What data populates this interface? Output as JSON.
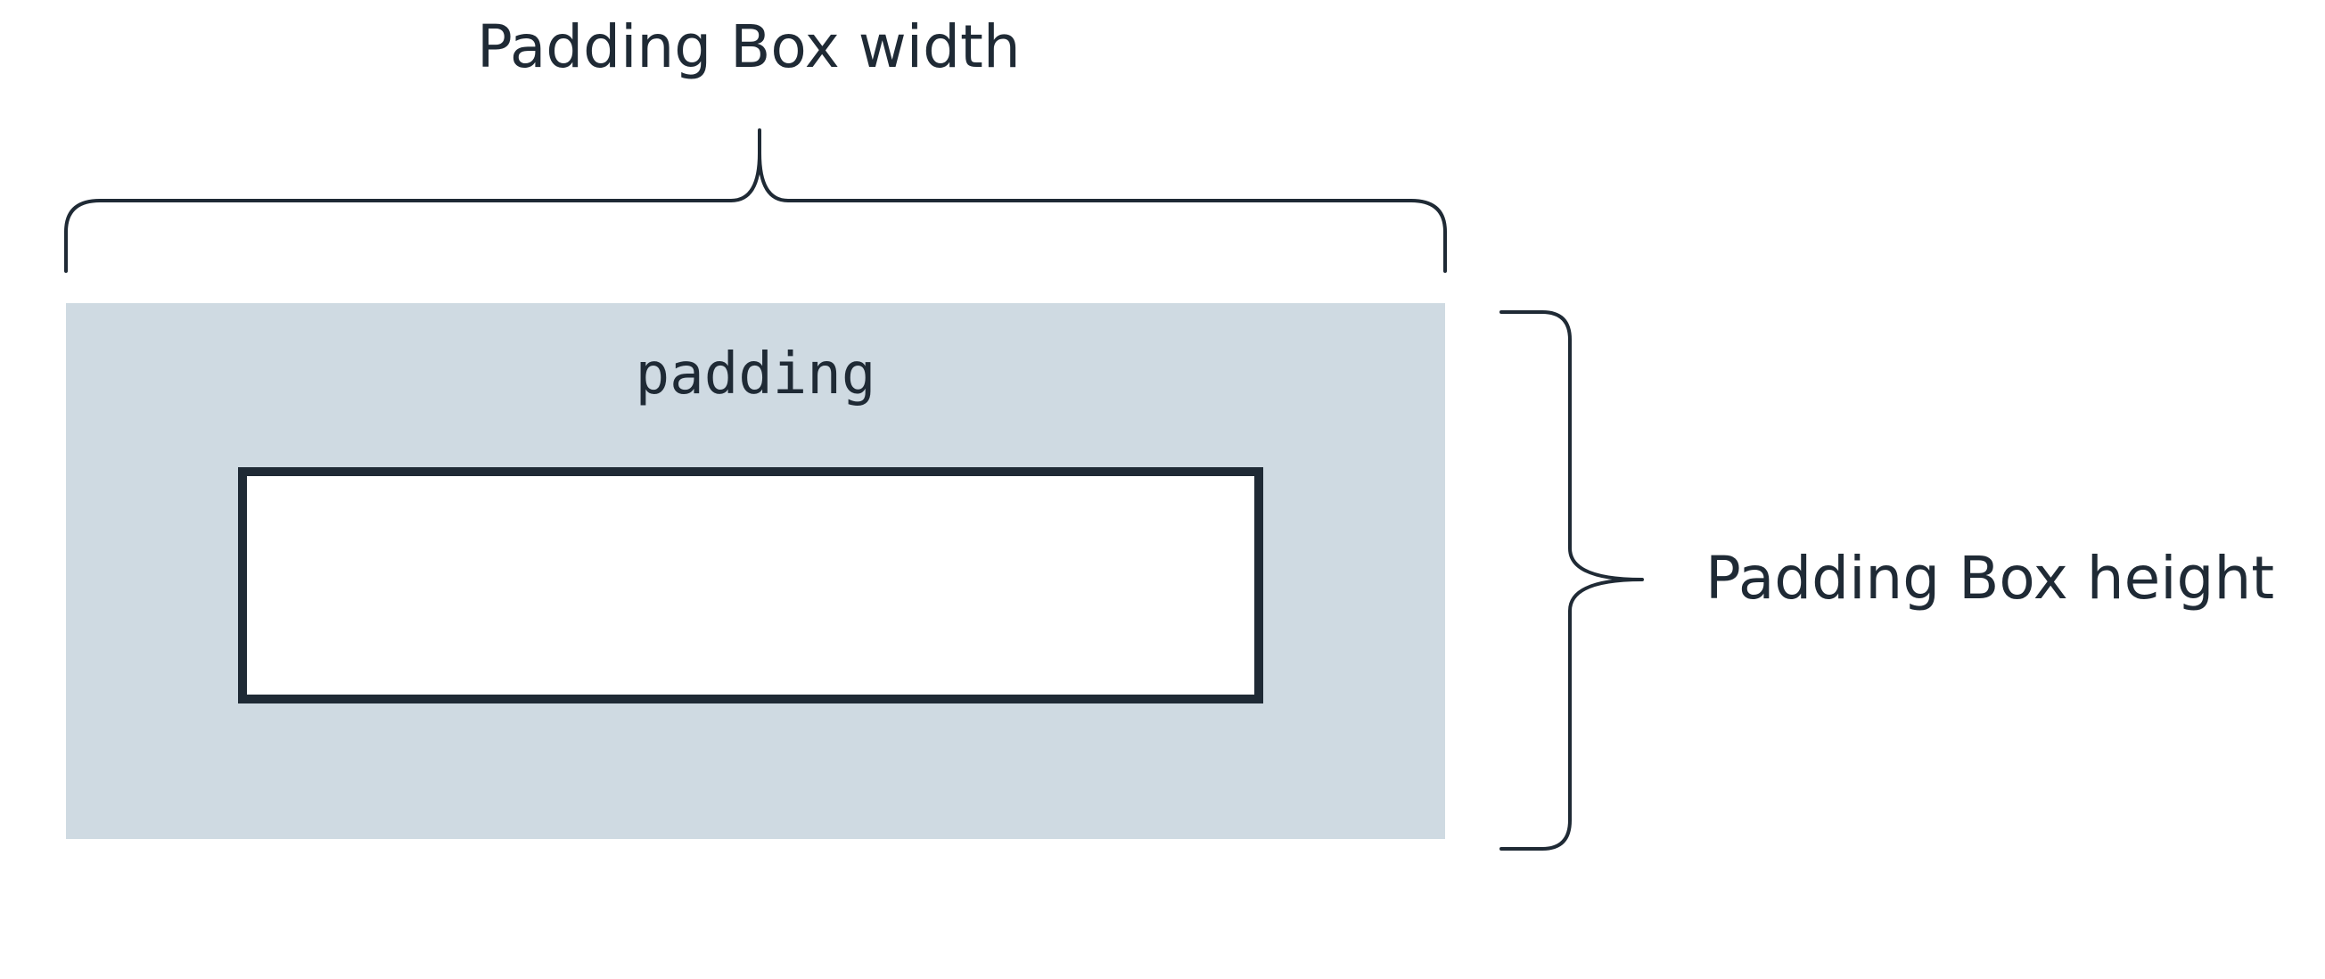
{
  "labels": {
    "width": "Padding Box width",
    "height": "Padding Box height",
    "padding": "padding"
  },
  "colors": {
    "padding_fill": "#cfdae2",
    "stroke": "#1f2a35",
    "content_fill": "#ffffff",
    "background": "#ffffff"
  }
}
